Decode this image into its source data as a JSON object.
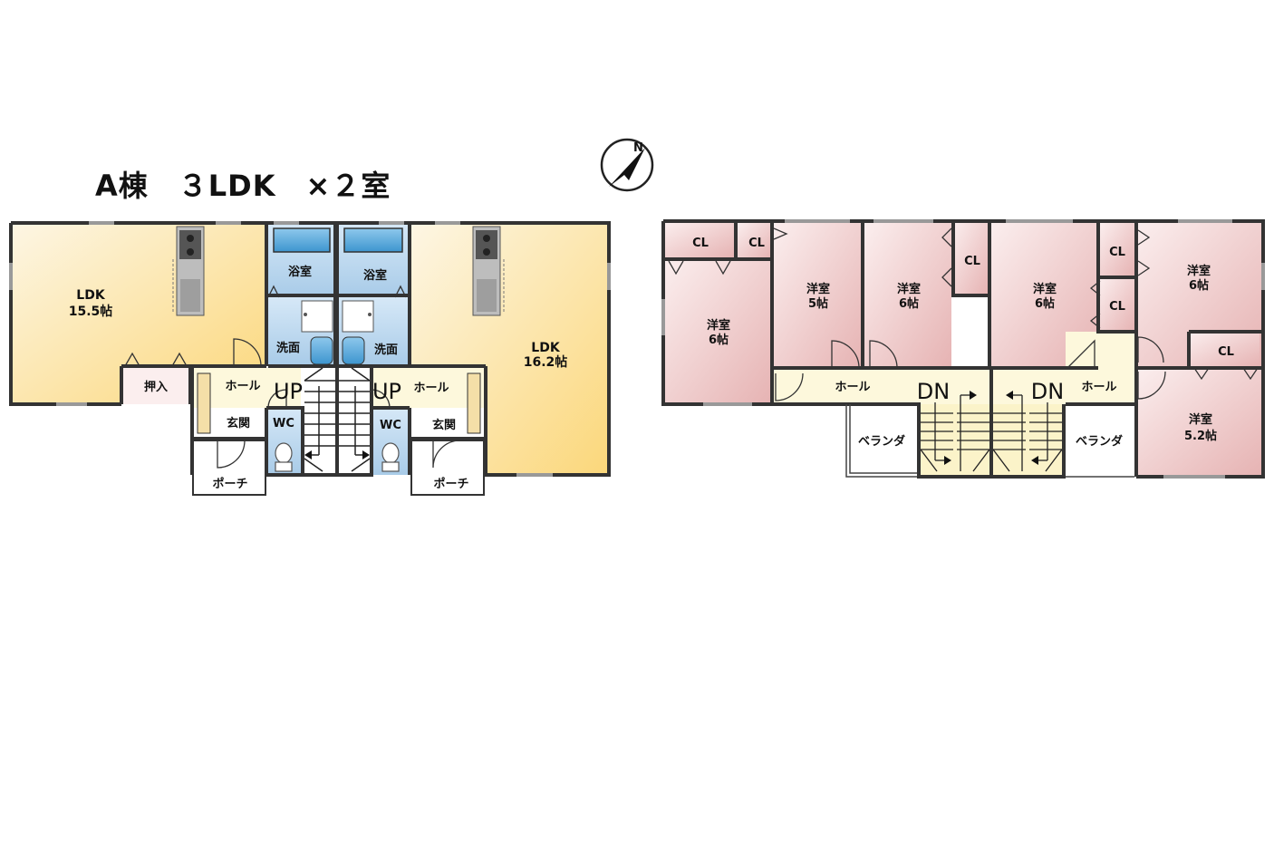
{
  "title": "A棟　３LDK　×２室",
  "compass": {
    "north": "N"
  },
  "floor1": {
    "left_ldk": {
      "name": "LDK",
      "size": "15.5帖"
    },
    "right_ldk": {
      "name": "LDK",
      "size": "16.2帖"
    },
    "oshiire": "押入",
    "bath_left": "浴室",
    "bath_right": "浴室",
    "wash_left": "洗面",
    "wash_right": "洗面",
    "hall_left": "ホール",
    "hall_right": "ホール",
    "genkan_left": "玄関",
    "genkan_right": "玄関",
    "wc_left": "WC",
    "wc_right": "WC",
    "porch_left": "ポーチ",
    "porch_right": "ポーチ",
    "up_left": "UP",
    "up_right": "UP"
  },
  "floor2": {
    "cl_1": "CL",
    "cl_2": "CL",
    "cl_3": "CL",
    "cl_4": "CL",
    "cl_5": "CL",
    "cl_6": "CL",
    "room_a": {
      "name": "洋室",
      "size": "6帖"
    },
    "room_b": {
      "name": "洋室",
      "size": "5帖"
    },
    "room_c": {
      "name": "洋室",
      "size": "6帖"
    },
    "room_d": {
      "name": "洋室",
      "size": "6帖"
    },
    "room_e": {
      "name": "洋室",
      "size": "6帖"
    },
    "room_f": {
      "name": "洋室",
      "size": "5.2帖"
    },
    "hall_left": "ホール",
    "hall_right": "ホール",
    "dn_left": "DN",
    "dn_right": "DN",
    "veranda_left": "ベランダ",
    "veranda_right": "ベランダ"
  }
}
